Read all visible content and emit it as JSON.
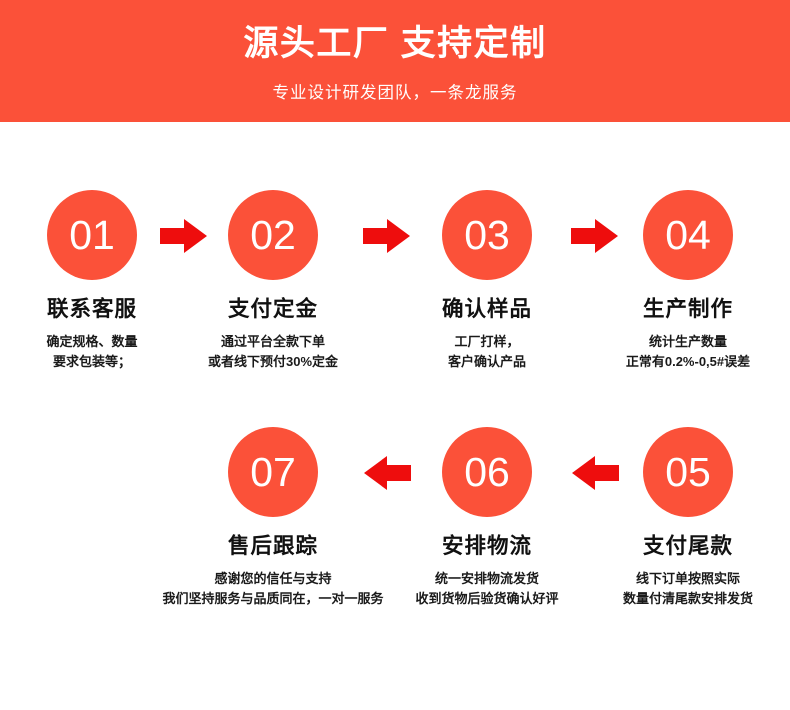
{
  "banner": {
    "title": "源头工厂 支持定制",
    "subtitle": "专业设计研发团队，一条龙服务",
    "bg_color": "#FB5139",
    "text_color": "#FFFFFF"
  },
  "theme": {
    "circle_color": "#FB5139",
    "arrow_color": "#EE0D0D",
    "page_bg": "#FFFFFF",
    "title_color": "#111111"
  },
  "flow": {
    "rows": [
      {
        "direction": "right",
        "steps": [
          {
            "number": "01",
            "title": "联系客服",
            "desc": "确定规格、数量\n要求包装等；"
          },
          {
            "number": "02",
            "title": "支付定金",
            "desc": "通过平台全款下单\n或者线下预付30%定金"
          },
          {
            "number": "03",
            "title": "确认样品",
            "desc": "工厂打样，\n客户确认产品"
          },
          {
            "number": "04",
            "title": "生产制作",
            "desc": "统计生产数量\n正常有0.2%-0,5#误差"
          }
        ]
      },
      {
        "direction": "left",
        "steps": [
          {
            "number": "07",
            "title": "售后跟踪",
            "desc": "感谢您的信任与支持\n我们坚持服务与品质同在，一对一服务"
          },
          {
            "number": "06",
            "title": "安排物流",
            "desc": "统一安排物流发货\n收到货物后验货确认好评"
          },
          {
            "number": "05",
            "title": "支付尾款",
            "desc": "线下订单按照实际\n数量付清尾款安排发货"
          }
        ]
      }
    ],
    "arrow_icon": "arrow-right-icon"
  }
}
